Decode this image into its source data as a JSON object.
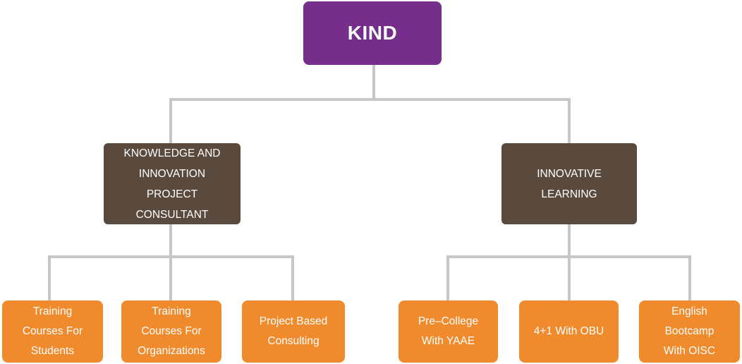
{
  "colors": {
    "root_box": "#752F8A",
    "branch_box": "#5A4A3E",
    "leaf_box": "#F08B2D",
    "connector": "#C6C6C6",
    "box_text": "#FFFFFF",
    "background": "#FFFFFF"
  },
  "org_chart": {
    "root": {
      "label": "KIND"
    },
    "branches": [
      {
        "label_lines": [
          "KNOWLEDGE AND",
          "INNOVATION",
          "PROJECT",
          "CONSULTANT"
        ],
        "children": [
          {
            "label_lines": [
              "Training",
              "Courses For",
              "Students"
            ]
          },
          {
            "label_lines": [
              "Training",
              "Courses For",
              "Organizations"
            ]
          },
          {
            "label_lines": [
              "Project Based",
              "Consulting"
            ]
          }
        ]
      },
      {
        "label_lines": [
          "INNOVATIVE",
          "LEARNING"
        ],
        "children": [
          {
            "label_lines": [
              "Pre–College",
              "With YAAE"
            ]
          },
          {
            "label_lines": [
              "4+1 With OBU"
            ]
          },
          {
            "label_lines": [
              "English",
              "Bootcamp",
              "With OISC"
            ]
          }
        ]
      }
    ]
  }
}
